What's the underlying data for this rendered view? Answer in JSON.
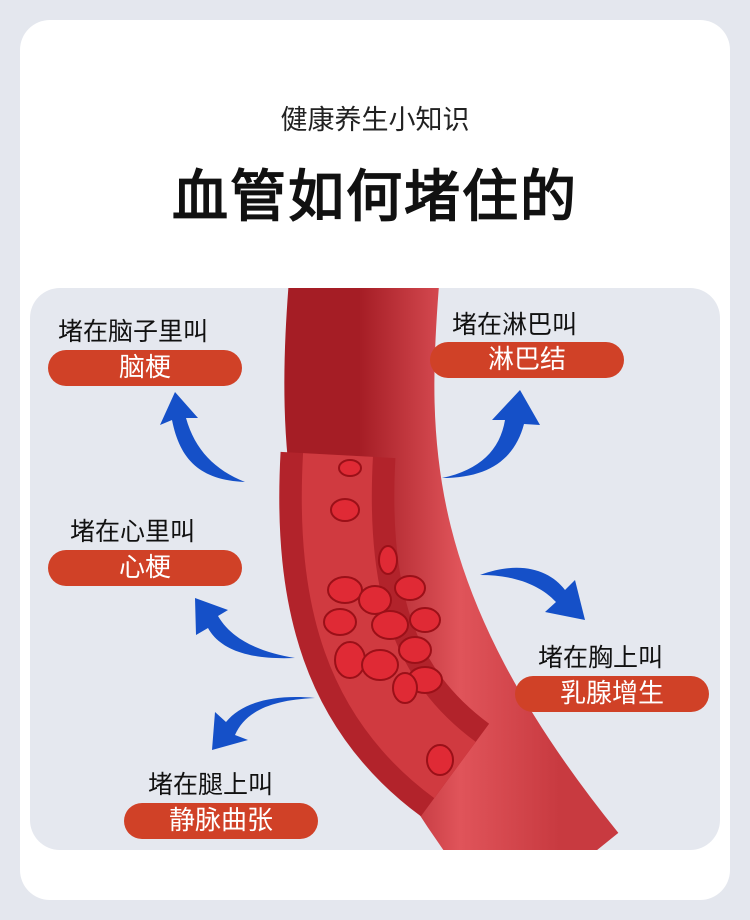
{
  "header": {
    "subtitle": "健康养生小知识",
    "title": "血管如何堵住的"
  },
  "items": [
    {
      "label": "堵在脑子里叫",
      "badge": "脑梗"
    },
    {
      "label": "堵在淋巴叫",
      "badge": "淋巴结"
    },
    {
      "label": "堵在心里叫",
      "badge": "心梗"
    },
    {
      "label": "堵在胸上叫",
      "badge": "乳腺增生"
    },
    {
      "label": "堵在腿上叫",
      "badge": "静脉曲张"
    }
  ],
  "colors": {
    "badge": "#d04127",
    "arrow": "#1550c8",
    "vessel": "#d9474c",
    "panel": "#e5e8ef"
  }
}
